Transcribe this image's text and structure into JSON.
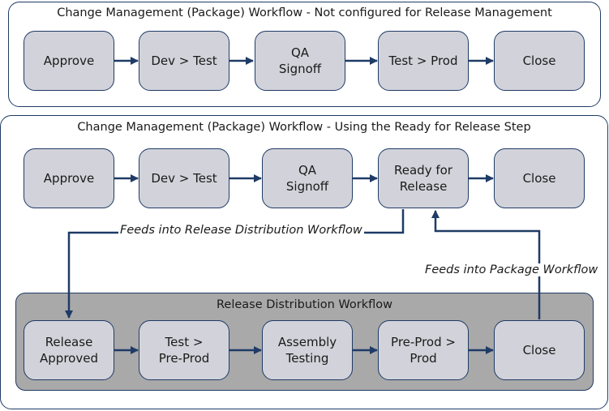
{
  "colors": {
    "accent": "#1f3b66",
    "node_fill": "#d2d3da",
    "inner_panel_fill": "#a9a9a9"
  },
  "panels": {
    "top": {
      "title": "Change Management (Package) Workflow - Not configured for Release Management",
      "nodes": [
        "Approve",
        "Dev > Test",
        "QA\nSignoff",
        "Test > Prod",
        "Close"
      ]
    },
    "middle": {
      "title": "Change Management (Package) Workflow - Using the Ready for Release Step",
      "nodes": [
        "Approve",
        "Dev > Test",
        "QA\nSignoff",
        "Ready for\nRelease",
        "Close"
      ]
    },
    "bottom": {
      "title": "Release Distribution Workflow",
      "nodes": [
        "Release\nApproved",
        "Test >\nPre-Prod",
        "Assembly\nTesting",
        "Pre-Prod >\nProd",
        "Close"
      ]
    }
  },
  "labels": {
    "feeds_release": "Feeds into Release Distribution Workflow",
    "feeds_package": "Feeds into Package Workflow"
  }
}
